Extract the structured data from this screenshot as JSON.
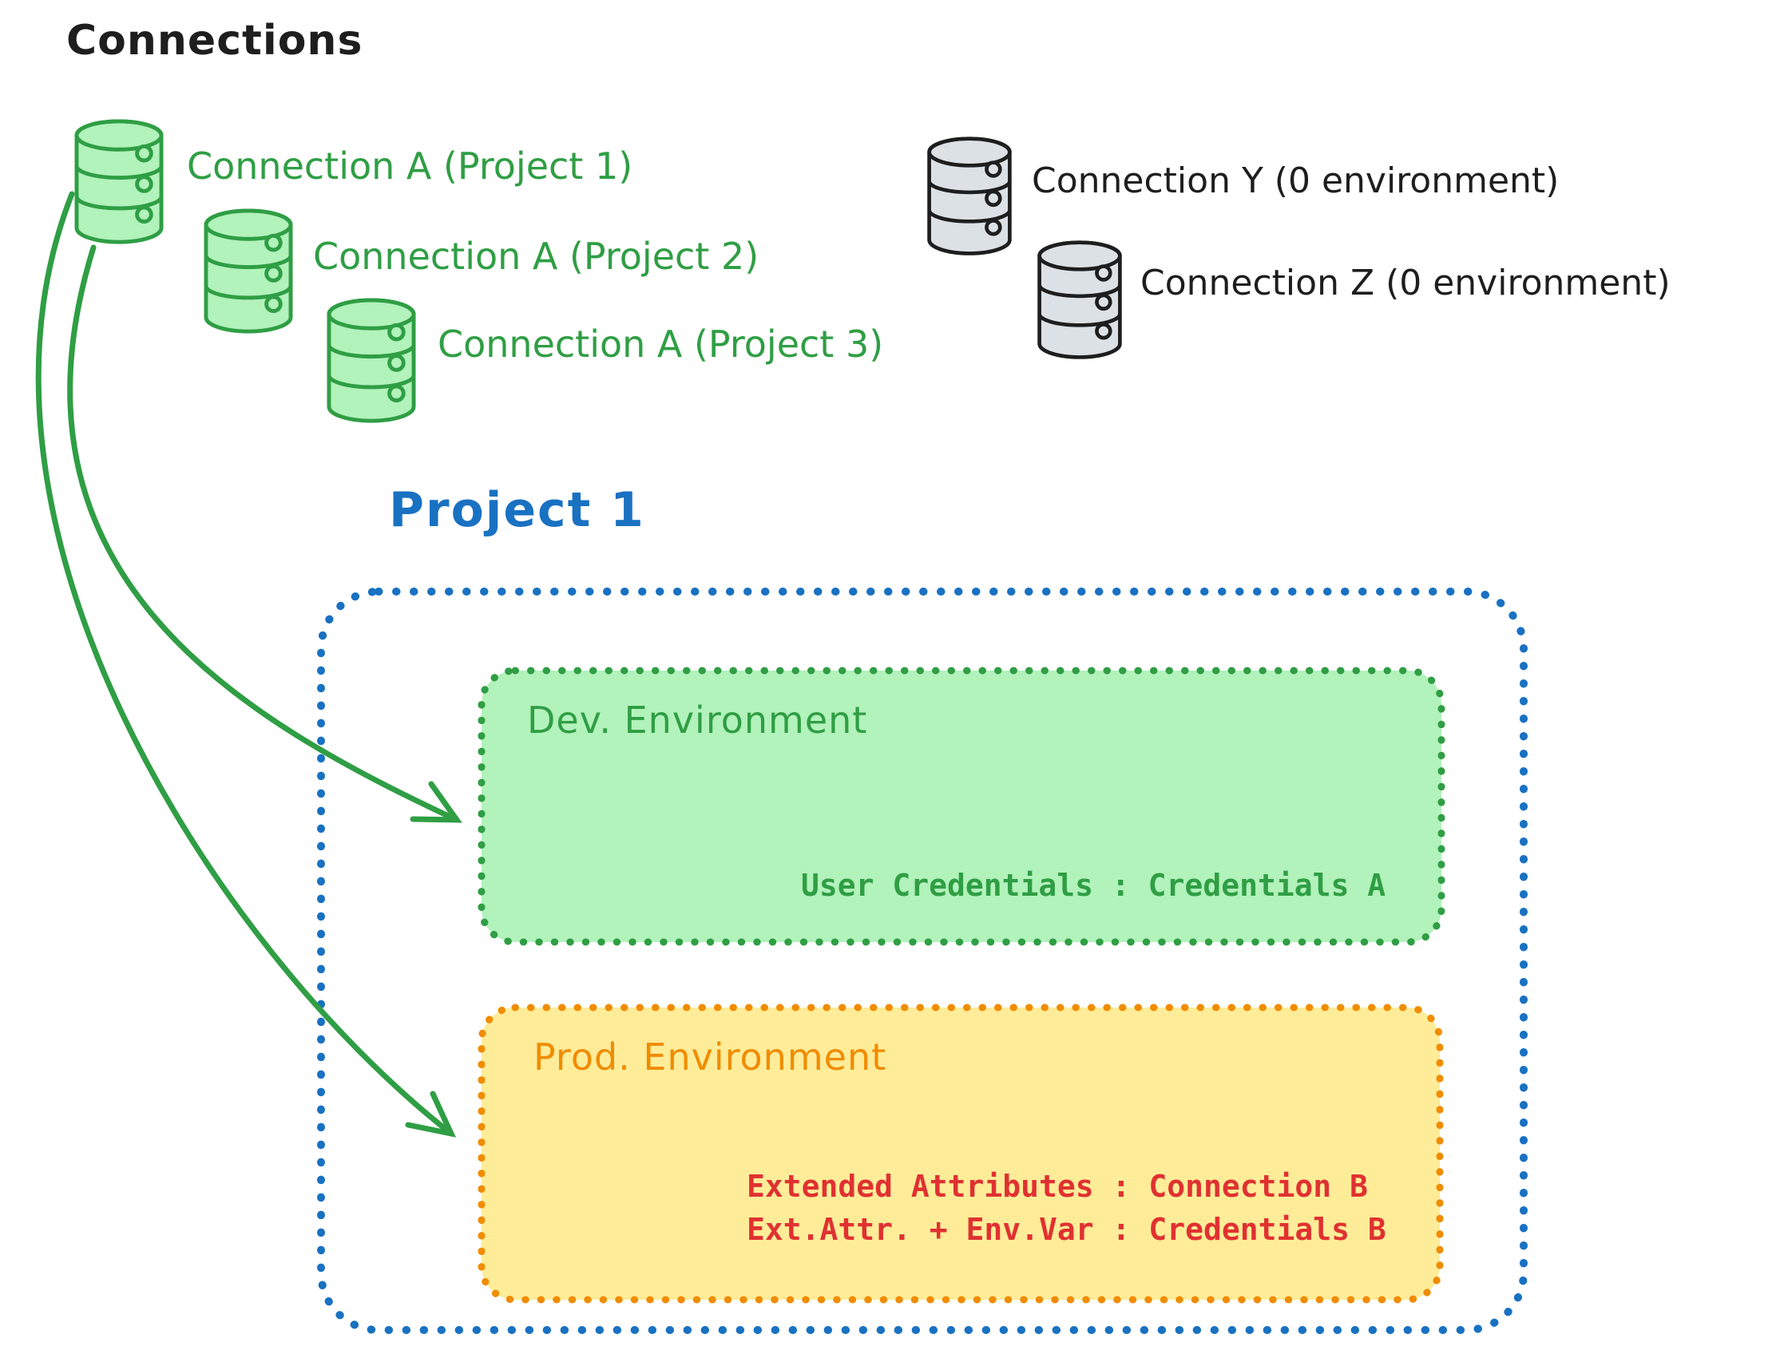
{
  "title": "Connections",
  "colors": {
    "green": "#2f9e44",
    "green_fill": "#b2f2bb",
    "blue": "#1971c2",
    "orange": "#f08c00",
    "orange_fill": "#ffec99",
    "red": "#e03131",
    "black": "#1e1e1e",
    "gray_fill": "#dce1e6"
  },
  "connections": [
    {
      "label": "Connection A (Project 1)",
      "color": "green"
    },
    {
      "label": "Connection A (Project 2)",
      "color": "green"
    },
    {
      "label": "Connection A (Project 3)",
      "color": "green"
    },
    {
      "label": "Connection Y (0 environment)",
      "color": "gray"
    },
    {
      "label": "Connection Z (0 environment)",
      "color": "gray"
    }
  ],
  "project": {
    "title": "Project 1",
    "environments": {
      "dev": {
        "title": "Dev. Environment",
        "mapping": "User Credentials : Credentials A"
      },
      "prod": {
        "title": "Prod. Environment",
        "mappings": [
          "Extended Attributes : Connection B",
          "Ext.Attr. + Env.Var : Credentials B"
        ]
      }
    }
  }
}
